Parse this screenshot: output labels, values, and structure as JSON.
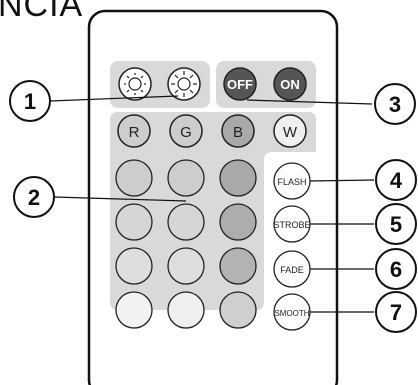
{
  "header": {
    "text": "NCIA"
  },
  "remote": {
    "brightness_icons": [
      "brightness-down-icon",
      "brightness-up-icon"
    ],
    "power": {
      "off_label": "OFF",
      "on_label": "ON"
    },
    "color_keys": [
      "R",
      "G",
      "B",
      "W"
    ],
    "function_keys": [
      "FLASH",
      "STROBE",
      "FADE",
      "SMOOTH"
    ]
  },
  "callouts": [
    "1",
    "2",
    "3",
    "4",
    "5",
    "6",
    "7"
  ],
  "colors": {
    "panel": "#d9d9d9",
    "key_light": "#e4e4e4",
    "key_mid": "#cdcdcd",
    "key_dark": "#a9a9a9",
    "key_extra_light": "#efefef",
    "power_button": "#555555"
  }
}
